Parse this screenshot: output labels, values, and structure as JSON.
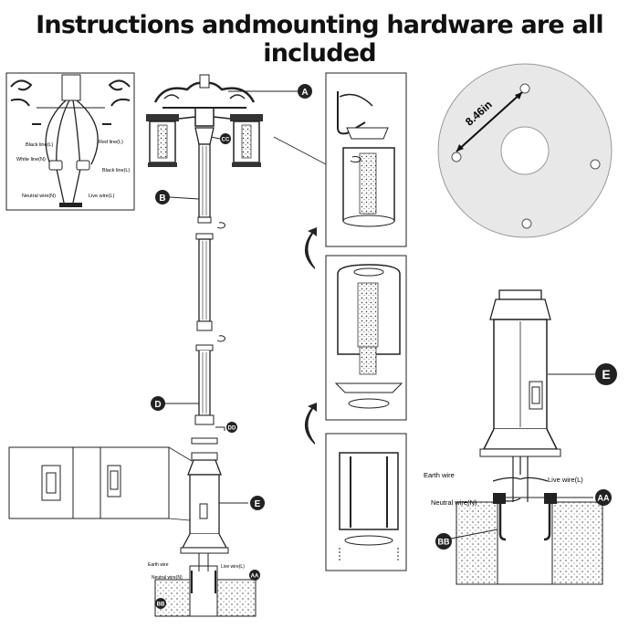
{
  "title": "Instructions andmounting hardware are all included",
  "callouts": {
    "a": "A",
    "b": "B",
    "cc": "CC",
    "d": "D",
    "dd": "DD",
    "e": "E",
    "aa": "AA",
    "bb": "BB"
  },
  "wiring_top": {
    "black_line_l": "Black line(L)",
    "red_line_l": "Red line(L)",
    "white_line_n": "White line(N)",
    "black_line_l2": "Black line(L)",
    "neutral_wire": "Neutral wire(N)",
    "live_wire": "Live wire(L)"
  },
  "wiring_base": {
    "earth_wire": "Earth wire",
    "live_wire": "Live wire(L)",
    "neutral_wire": "Neutral wire(N)"
  },
  "base_plate": {
    "dimension": "8.46in"
  }
}
